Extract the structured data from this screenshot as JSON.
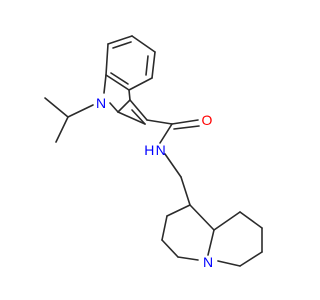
{
  "molecule": {
    "atom_labels": {
      "indole_n": "N",
      "amide_n": "H N",
      "amide_o": "O",
      "quinolizidine_n": "N"
    },
    "colors": {
      "bond": "#2b2b2b",
      "nitrogen": "#0000ff",
      "oxygen": "#ff0000",
      "background": "#ffffff"
    }
  }
}
